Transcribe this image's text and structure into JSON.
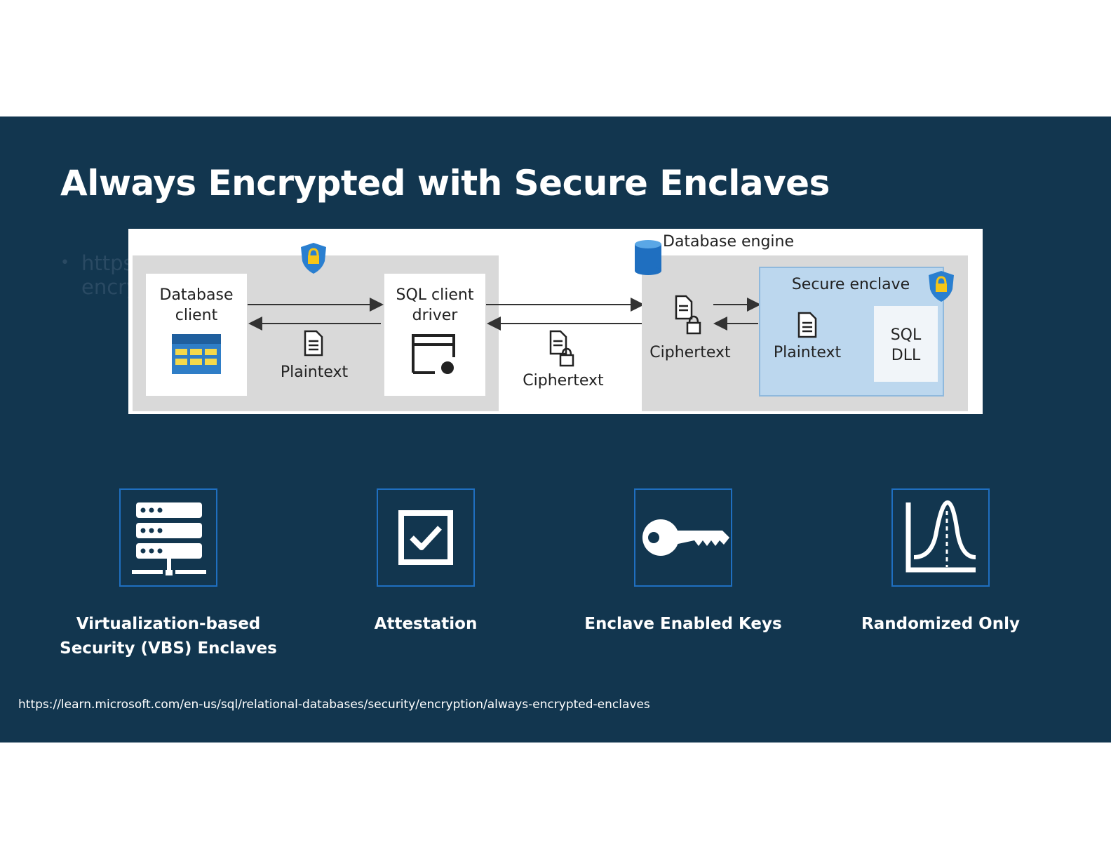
{
  "slide": {
    "title": "Always Encrypted with Secure Enclaves",
    "bullet_partial_line1": "https",
    "bullet_partial_line2": "encry",
    "source_url": "https://learn.microsoft.com/en-us/sql/relational-databases/security/encryption/always-encrypted-enclaves"
  },
  "diagram": {
    "database_engine_label": "Database engine",
    "database_client_label_line1": "Database",
    "database_client_label_line2": "client",
    "sql_client_driver_line1": "SQL client",
    "sql_client_driver_line2": "driver",
    "plaintext_client_label": "Plaintext",
    "ciphertext_transit_label": "Ciphertext",
    "ciphertext_engine_label": "Ciphertext",
    "secure_enclave_label": "Secure enclave",
    "plaintext_enclave_label": "Plaintext",
    "sql_dll_line1": "SQL",
    "sql_dll_line2": "DLL"
  },
  "features": [
    {
      "icon": "server-icon",
      "label_line1": "Virtualization-based",
      "label_line2": "Security (VBS) Enclaves"
    },
    {
      "icon": "checkbox-icon",
      "label_line1": "Attestation",
      "label_line2": ""
    },
    {
      "icon": "key-icon",
      "label_line1": "Enclave Enabled Keys",
      "label_line2": ""
    },
    {
      "icon": "bell-curve-icon",
      "label_line1": "Randomized Only",
      "label_line2": ""
    }
  ],
  "colors": {
    "slide_background": "#12364f",
    "icon_border": "#1f6fc0",
    "enclave_fill": "#bcd7ee",
    "panel_gray": "#d9d9d9"
  }
}
